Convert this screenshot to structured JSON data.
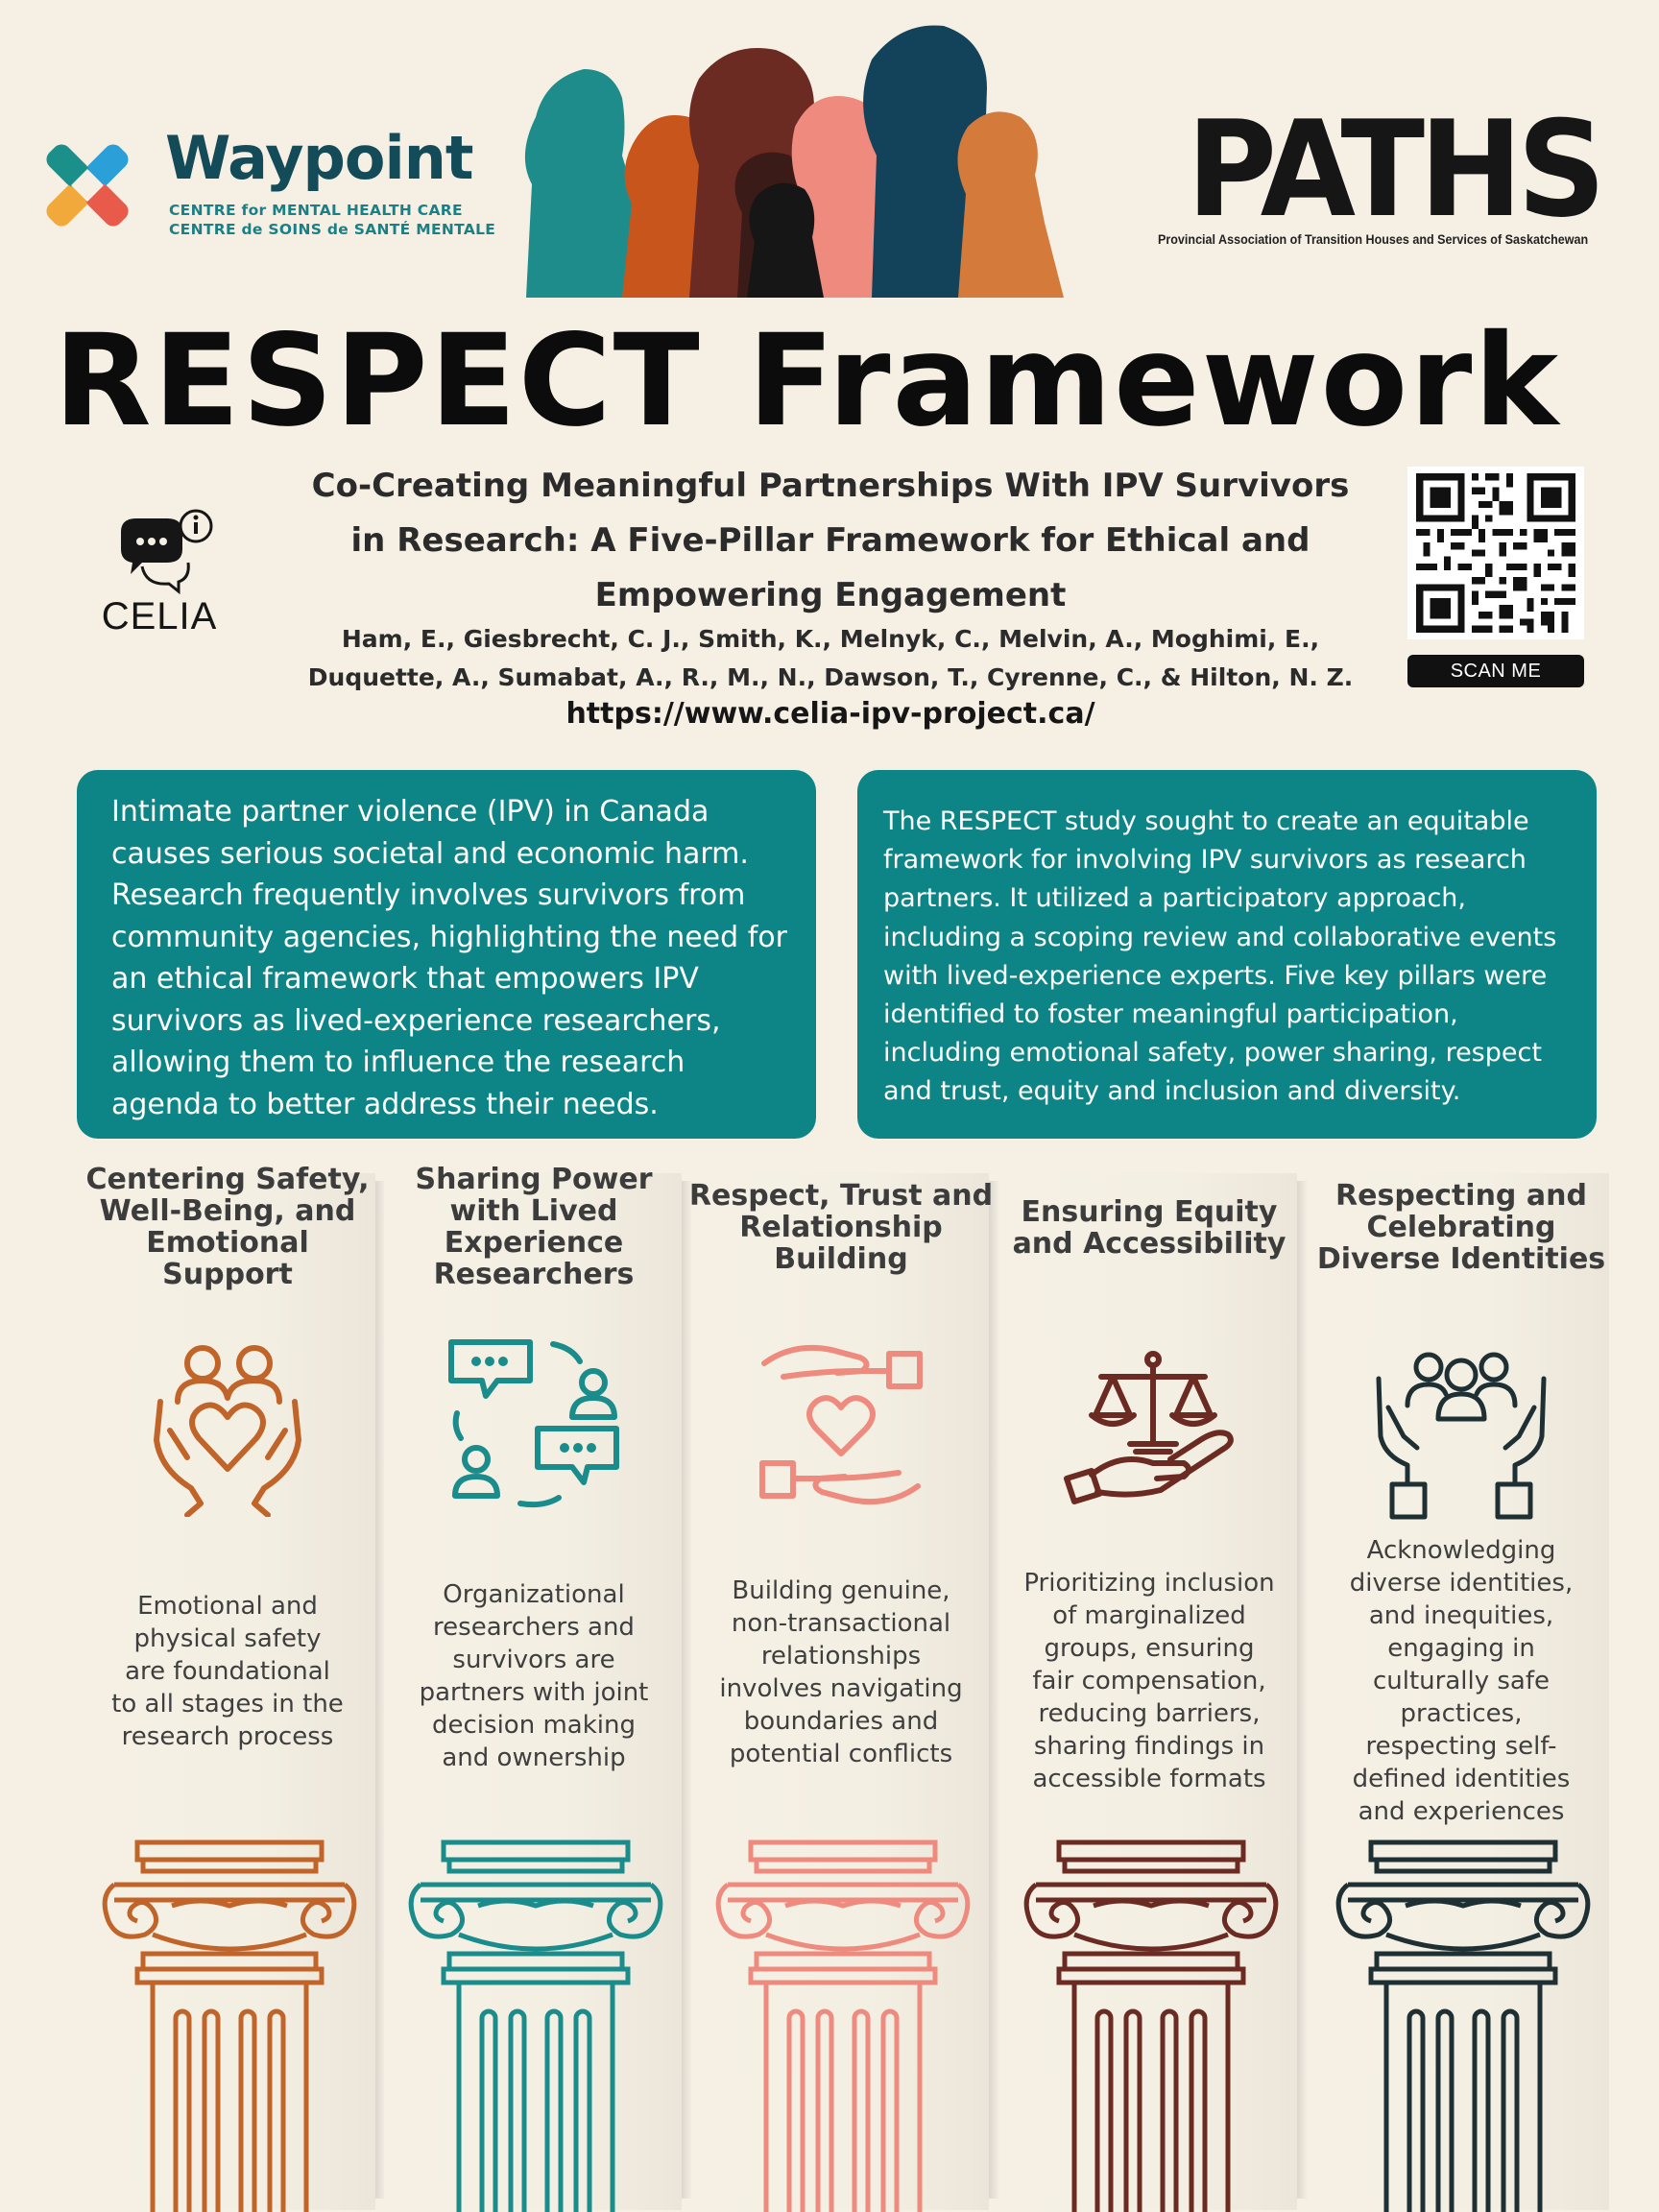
{
  "header": {
    "waypoint": {
      "name": "Waypoint",
      "subtitle_en": "CENTRE for MENTAL HEALTH CARE",
      "subtitle_fr": "CENTRE de SOINS de SANTÉ MENTALE"
    },
    "paths": {
      "name": "PATHS",
      "subtitle": "Provincial Association of Transition Houses and Services of Saskatchewan"
    },
    "title": "RESPECT Framework",
    "celia_label": "CELIA",
    "subtitle_lines": [
      "Co-Creating Meaningful Partnerships With IPV Survivors",
      "in Research:  A Five-Pillar Framework for Ethical and",
      "Empowering Engagement"
    ],
    "authors_lines": [
      "Ham, E., Giesbrecht, C. J., Smith, K., Melnyk, C., Melvin, A., Moghimi, E.,",
      "Duquette, A., Sumabat, A., R., M., N., Dawson, T., Cyrenne, C., & Hilton, N. Z."
    ],
    "url": "https://www.celia-ipv-project.ca/",
    "qr_label": "SCAN ME"
  },
  "intro": {
    "left_lines": [
      "Intimate partner violence (IPV) in Canada",
      "causes serious societal and economic harm.",
      "Research frequently involves survivors from",
      "community agencies, highlighting the need for",
      "an ethical framework that empowers IPV",
      "survivors as lived-experience researchers,",
      "allowing them to influence the research",
      "agenda to better address their needs."
    ],
    "right_lines": [
      "The RESPECT study sought to create an equitable",
      "framework for involving IPV survivors as research",
      "partners. It utilized a participatory approach,",
      "including a scoping review and collaborative events",
      "with lived-experience experts.  Five key pillars were",
      "identified to foster meaningful participation,",
      "including emotional safety, power sharing, respect",
      "and trust, equity and inclusion and diversity."
    ]
  },
  "pillars": [
    {
      "title_lines": [
        "Centering Safety,",
        "Well-Being, and",
        "Emotional",
        "Support"
      ],
      "text_lines": [
        "Emotional and",
        "physical safety",
        "are foundational",
        "to all stages in the",
        "research process"
      ],
      "color": "#c0642a",
      "icon": "heart-hands-icon"
    },
    {
      "title_lines": [
        "Sharing Power",
        "with Lived",
        "Experience",
        "Researchers"
      ],
      "text_lines": [
        "Organizational",
        "researchers and",
        "survivors are",
        "partners with joint",
        "decision making",
        "and ownership"
      ],
      "color": "#1a8c8c",
      "icon": "conversation-icon"
    },
    {
      "title_lines": [
        "Respect, Trust and",
        "Relationship",
        "Building"
      ],
      "text_lines": [
        "Building genuine,",
        "non-transactional",
        "relationships",
        "involves navigating",
        "boundaries and",
        "potential conflicts"
      ],
      "color": "#ee8a7e",
      "icon": "hands-heart-icon"
    },
    {
      "title_lines": [
        "Ensuring Equity",
        "and Accessibility"
      ],
      "text_lines": [
        "Prioritizing inclusion",
        "of marginalized",
        "groups, ensuring",
        "fair compensation,",
        "reducing barriers,",
        "sharing findings in",
        "accessible formats"
      ],
      "color": "#6b2b22",
      "icon": "scale-hand-icon"
    },
    {
      "title_lines": [
        "Respecting and",
        "Celebrating",
        "Diverse Identities"
      ],
      "text_lines": [
        "Acknowledging",
        "diverse identities,",
        "and inequities,",
        "engaging in",
        "culturally safe",
        "practices,",
        "respecting self-",
        "defined identities",
        "and experiences"
      ],
      "color": "#1e3033",
      "icon": "group-hands-icon"
    }
  ],
  "colors": {
    "background": "#f6f0e4",
    "teal_box": "#0d8485",
    "waypoint_navy": "#144b59"
  }
}
